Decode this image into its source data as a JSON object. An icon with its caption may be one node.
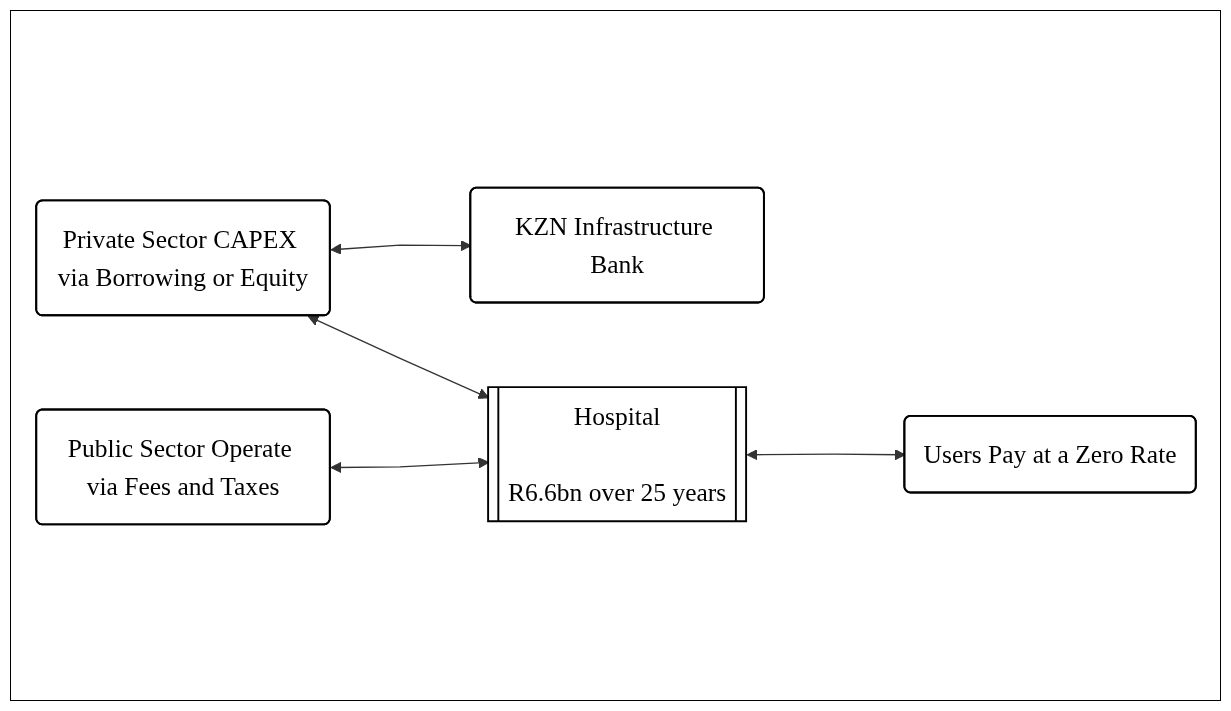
{
  "diagram": {
    "nodes": [
      {
        "text": [
          "Private Sector CAPEX via Borrowing or Equity"
        ]
      },
      {
        "text": [
          "KZN Infrastructure Bank"
        ]
      },
      {
        "text": [
          "Users Pay at a Zero Rate"
        ]
      },
      {
        "text": [
          "Hospital",
          "R6.6bn over 25 years"
        ]
      },
      {
        "text": [
          "Public Sector Operate via Fees and Taxes"
        ]
      }
    ],
    "edges": [
      {
        "from": 0,
        "to": 1,
        "arrow": "both"
      },
      {
        "from": 0,
        "to": 3,
        "arrow": "both"
      },
      {
        "from": 4,
        "to": 3,
        "arrow": "both"
      },
      {
        "from": 3,
        "to": 2,
        "arrow": "both"
      }
    ]
  }
}
